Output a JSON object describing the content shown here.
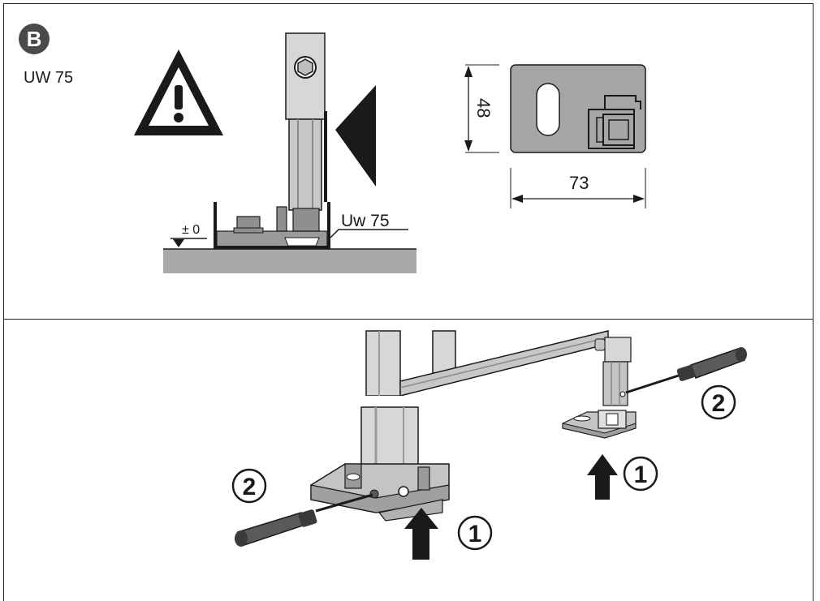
{
  "panel_top": {
    "badge": "B",
    "model": "UW 75",
    "callout": "Uw 75",
    "level": "± 0",
    "dim_height": "48",
    "dim_width": "73"
  },
  "panel_bottom": {
    "steps": [
      {
        "label": "1"
      },
      {
        "label": "2"
      },
      {
        "label": "1"
      },
      {
        "label": "2"
      }
    ]
  },
  "colors": {
    "metal_light": "#d7d7d7",
    "metal_mid": "#b9b9b9",
    "metal_dark": "#7c7c7c",
    "floor": "#a9a9a9",
    "ink": "#1a1a1a",
    "plate": "#a6a6a6"
  }
}
